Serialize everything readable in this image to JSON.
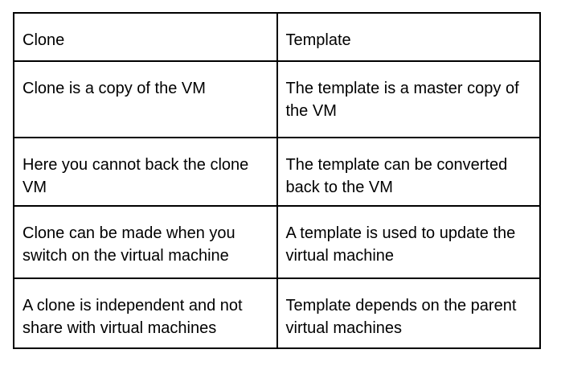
{
  "colors": {
    "border": "#000000",
    "text": "#000000",
    "background": "#ffffff"
  },
  "table": {
    "header": {
      "clone": "Clone",
      "template": "Template"
    },
    "rows": [
      {
        "clone": "Clone is a copy of the VM",
        "template": "The template is a master copy of the VM"
      },
      {
        "clone": "Here you cannot back the clone VM",
        "template": "The template can be converted back to the VM"
      },
      {
        "clone": "Clone can be made when you switch on the virtual machine",
        "template": "A template is used to update the virtual machine"
      },
      {
        "clone": "A clone is independent and not share with virtual machines",
        "template": "Template depends on the parent virtual machines"
      }
    ]
  }
}
